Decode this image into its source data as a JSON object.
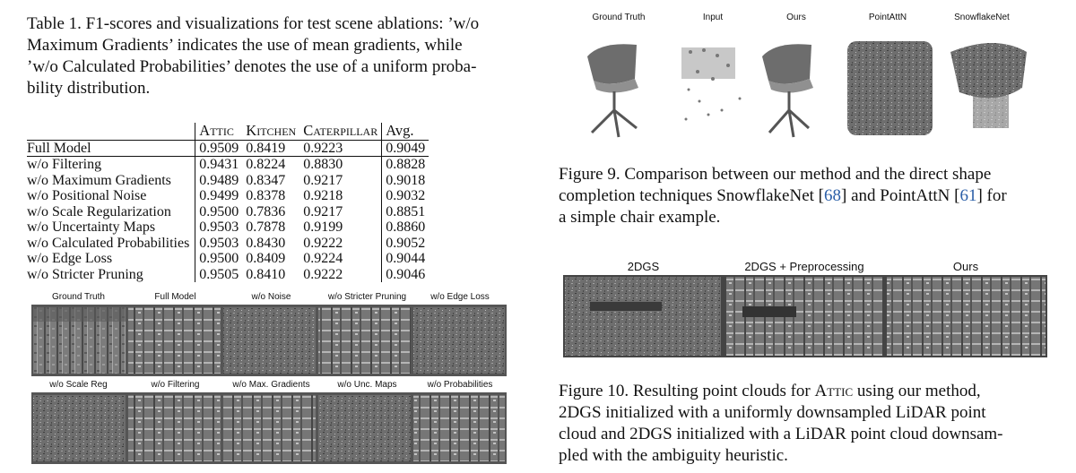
{
  "table1": {
    "caption": "Table 1. F1-scores and visualizations for test scene ablations: ’w/o Maximum Gradients’ indicates the use of mean gradients, while ’w/o Calculated Probabilities’ denotes the use of a uniform probability distribution.",
    "caption_lines": [
      "Table 1. F1-scores and visualizations for test scene ablations: ’w/o",
      "Maximum Gradients’ indicates the use of mean gradients, while",
      "’w/o Calculated Probabilities’ denotes the use of a uniform proba-",
      "bility distribution."
    ],
    "columns": [
      "Attic",
      "Kitchen",
      "Caterpillar",
      "Avg."
    ],
    "rows": [
      {
        "label": "Full Model",
        "values": [
          "0.9509",
          "0.8419",
          "0.9223",
          "0.9049"
        ]
      },
      {
        "label": "w/o Filtering",
        "values": [
          "0.9431",
          "0.8224",
          "0.8830",
          "0.8828"
        ]
      },
      {
        "label": "w/o Maximum Gradients",
        "values": [
          "0.9489",
          "0.8347",
          "0.9217",
          "0.9018"
        ]
      },
      {
        "label": "w/o Positional Noise",
        "values": [
          "0.9499",
          "0.8378",
          "0.9218",
          "0.9032"
        ]
      },
      {
        "label": "w/o Scale Regularization",
        "values": [
          "0.9500",
          "0.7836",
          "0.9217",
          "0.8851"
        ]
      },
      {
        "label": "w/o Uncertainty Maps",
        "values": [
          "0.9503",
          "0.7878",
          "0.9199",
          "0.8860"
        ]
      },
      {
        "label": "w/o Calculated Probabilities",
        "values": [
          "0.9503",
          "0.8430",
          "0.9222",
          "0.9052"
        ]
      },
      {
        "label": "w/o Edge Loss",
        "values": [
          "0.9500",
          "0.8409",
          "0.9224",
          "0.9044"
        ]
      },
      {
        "label": "w/o Stricter Pruning",
        "values": [
          "0.9505",
          "0.8410",
          "0.9222",
          "0.9046"
        ]
      }
    ],
    "vis_labels_top": [
      "Ground Truth",
      "Full Model",
      "w/o Noise",
      "w/o Stricter Pruning",
      "w/o Edge Loss"
    ],
    "vis_labels_bottom": [
      "w/o Scale Reg",
      "w/o Filtering",
      "w/o Max. Gradients",
      "w/o Unc. Maps",
      "w/o Probabilities"
    ]
  },
  "figure9": {
    "labels": [
      "Ground Truth",
      "Input",
      "Ours",
      "PointAttN",
      "SnowflakeNet"
    ],
    "caption_lines": [
      "Figure 9.  Comparison between our method and the direct shape",
      "completion techniques SnowflakeNet [68] and PointAttN [61] for",
      "a simple chair example."
    ],
    "ref_snowflake": "68",
    "ref_pointattn": "61"
  },
  "figure10": {
    "labels": [
      "2DGS",
      "2DGS + Preprocessing",
      "Ours"
    ],
    "caption_lines": [
      "Figure 10.  Resulting point clouds for Attic using our method,",
      "2DGS initialized with a uniformly downsampled LiDAR point",
      "cloud and 2DGS initialized with a LiDAR point cloud downsam-",
      "pled with the ambiguity heuristic."
    ]
  }
}
